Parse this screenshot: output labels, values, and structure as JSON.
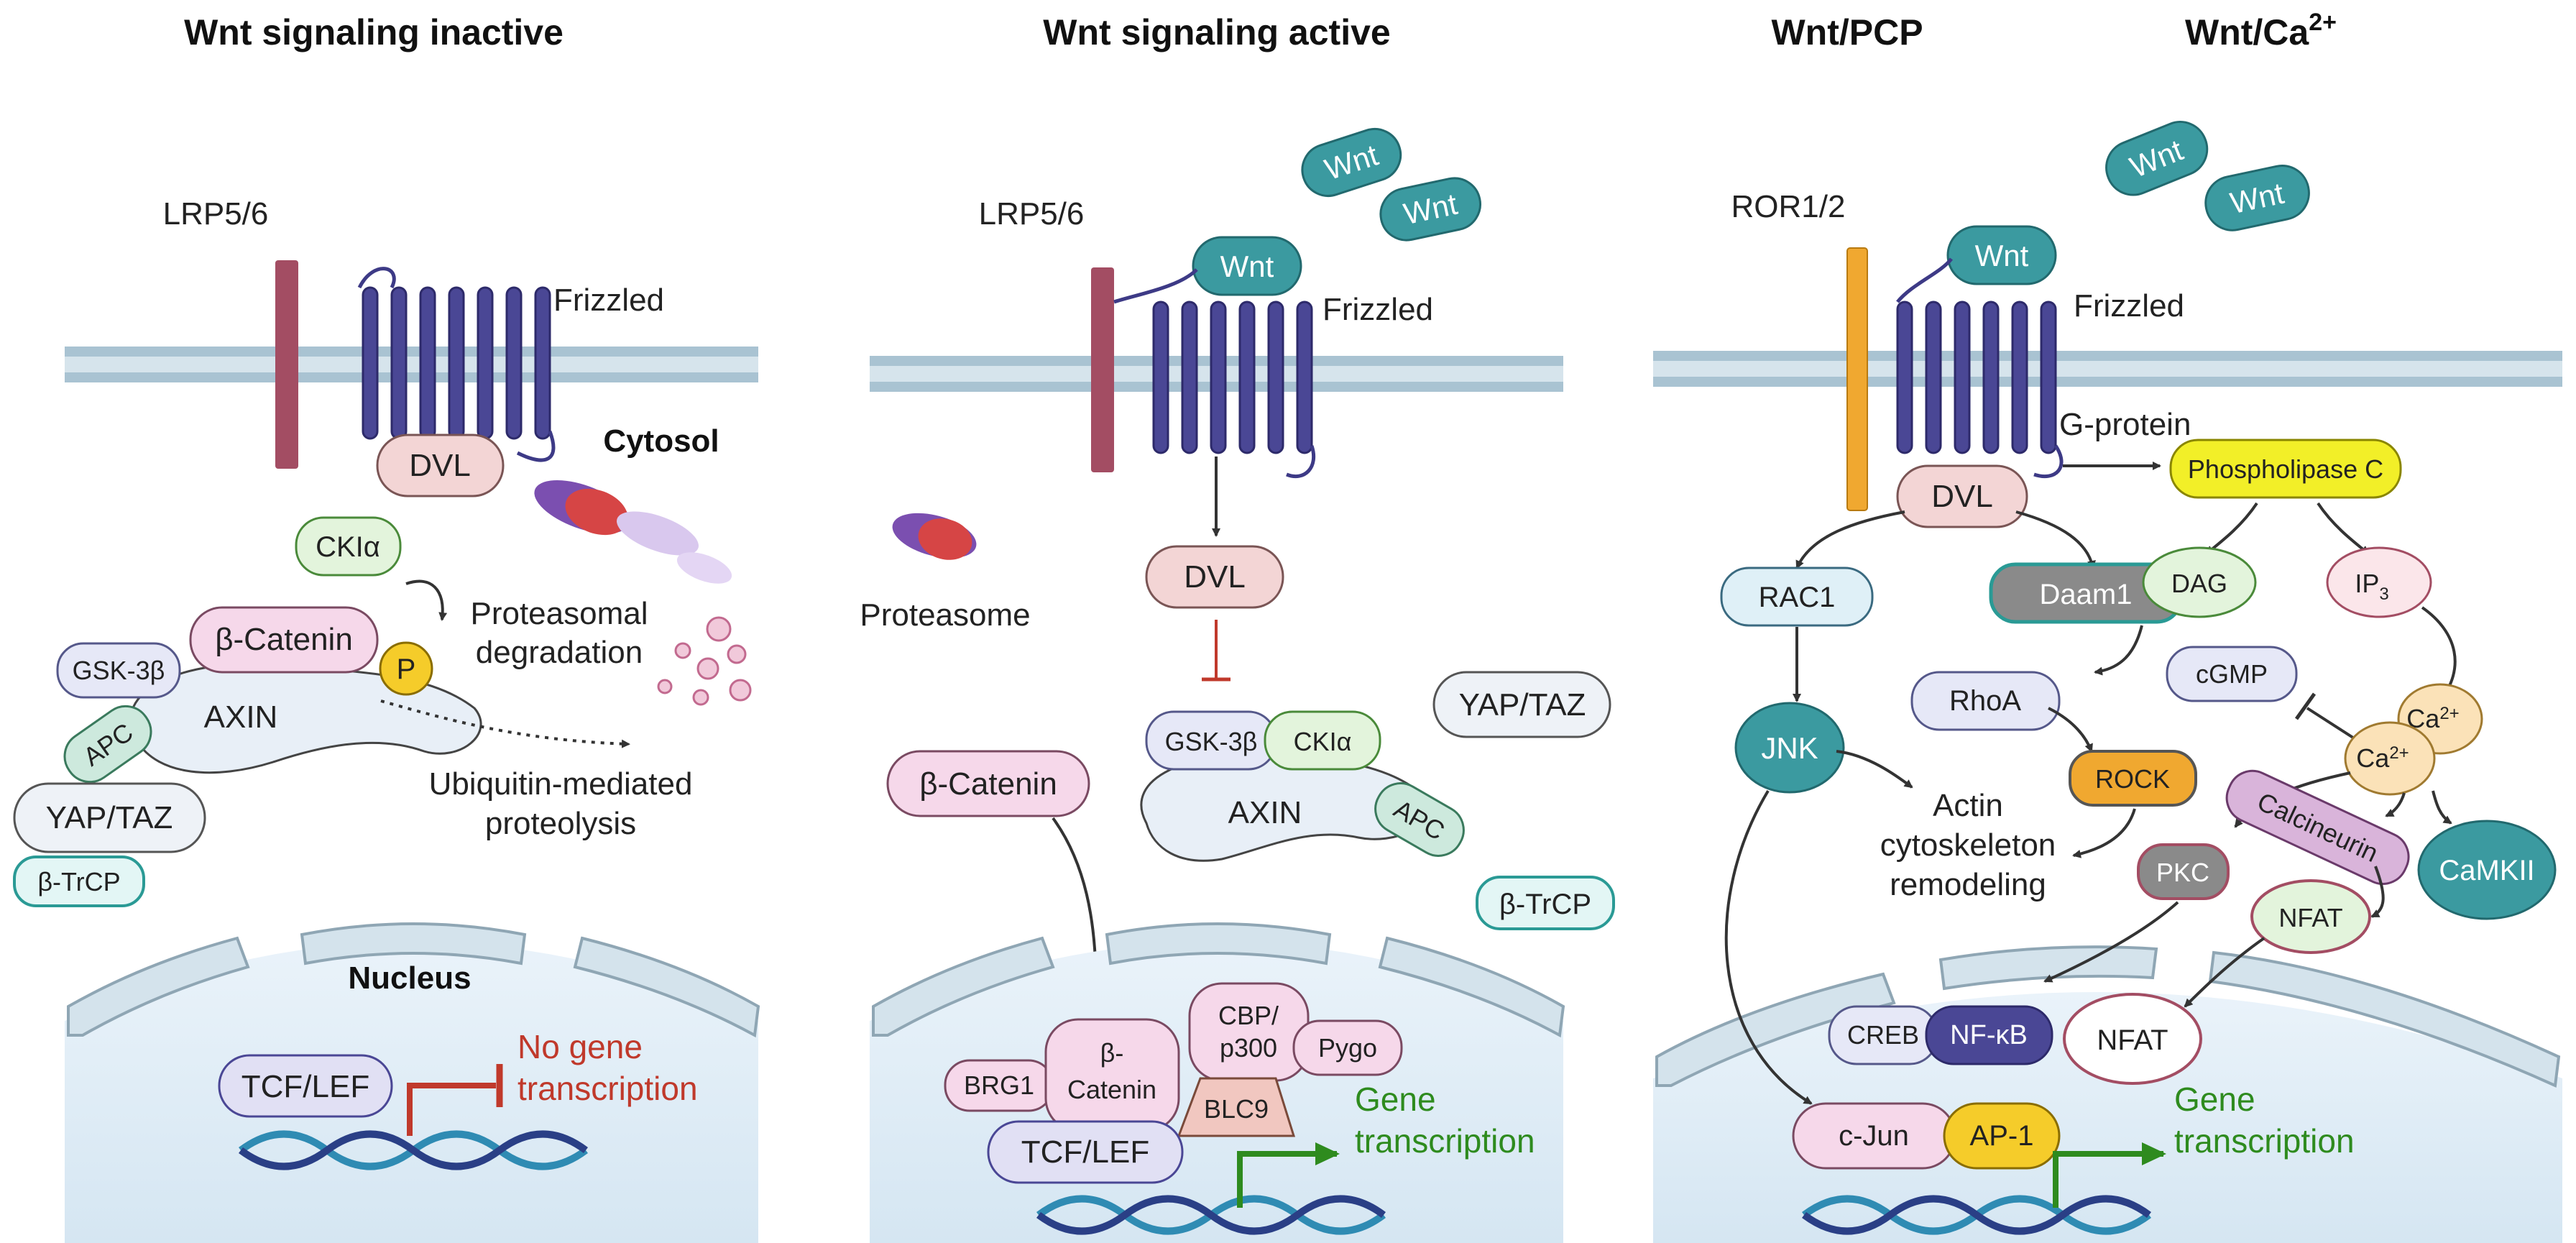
{
  "panels": {
    "inactive": {
      "title": "Wnt signaling inactive",
      "lrp": "LRP5/6",
      "frizzled": "Frizzled",
      "dvl": "DVL",
      "cytosol": "Cytosol",
      "ckia": "CKIα",
      "beta_catenin": "β-Catenin",
      "p": "P",
      "gsk3b": "GSK-3β",
      "apc": "APC",
      "axin": "AXIN",
      "yap_taz": "YAP/TAZ",
      "btrcp": "β-TrCP",
      "proteasomal_1": "Proteasomal",
      "proteasomal_2": "degradation",
      "ubiq_1": "Ubiquitin-mediated",
      "ubiq_2": "proteolysis",
      "nucleus": "Nucleus",
      "tcf_lef": "TCF/LEF",
      "no_gene_1": "No gene",
      "no_gene_2": "transcription"
    },
    "active": {
      "title": "Wnt signaling active",
      "lrp": "LRP5/6",
      "wnt": "Wnt",
      "frizzled": "Frizzled",
      "proteasome": "Proteasome",
      "dvl": "DVL",
      "yap_taz": "YAP/TAZ",
      "gsk3b": "GSK-3β",
      "ckia": "CKIα",
      "axin": "AXIN",
      "apc": "APC",
      "btrcp": "β-TrCP",
      "beta_catenin": "β-Catenin",
      "cbp_1": "CBP/",
      "cbp_2": "p300",
      "pygo": "Pygo",
      "brg1": "BRG1",
      "nuc_bcat_1": "β-",
      "nuc_bcat_2": "Catenin",
      "blc9": "BLC9",
      "tcf_lef": "TCF/LEF",
      "gene_1": "Gene",
      "gene_2": "transcription"
    },
    "noncanonical": {
      "title_pcp": "Wnt/PCP",
      "title_ca": "Wnt/Ca",
      "title_ca_sup": "2+",
      "ror": "ROR1/2",
      "wnt": "Wnt",
      "frizzled": "Frizzled",
      "gprotein": "G-protein",
      "plc": "Phospholipase C",
      "dvl": "DVL",
      "rac1": "RAC1",
      "daam1": "Daam1",
      "dag": "DAG",
      "ip3": "IP",
      "ip3_sub": "3",
      "rhoa": "RhoA",
      "cgmp": "cGMP",
      "jnk": "JNK",
      "rock": "ROCK",
      "ca": "Ca",
      "ca_sup": "2+",
      "actin_1": "Actin",
      "actin_2": "cytoskeleton",
      "actin_3": "remodeling",
      "calcineurin": "Calcineurin",
      "camkii": "CaMKII",
      "pkc": "PKC",
      "nfat": "NFAT",
      "creb": "CREB",
      "nfkb": "NF-κB",
      "cjun": "c-Jun",
      "ap1": "AP-1",
      "gene_1": "Gene",
      "gene_2": "transcription"
    }
  },
  "colors": {
    "membrane": "#c4d7e2",
    "membrane_line": "#a9c3d2",
    "receptor": "#3d3a86",
    "lrp": "#a34d63",
    "ror": "#f0a830",
    "wnt": "#3b9aa0",
    "red_inhibit": "#c0392b",
    "green_arrow": "#2e8b1e"
  }
}
